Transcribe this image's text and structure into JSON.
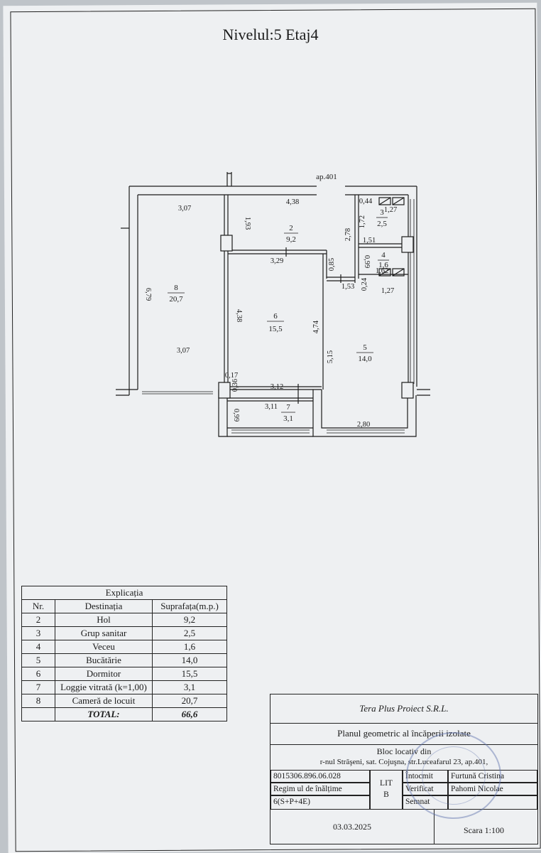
{
  "page_title": "Nivelul:5 Etaj4",
  "apartment_label": "ap.401",
  "rooms": [
    {
      "nr": "2",
      "area": "9,2"
    },
    {
      "nr": "3",
      "area": "2,5"
    },
    {
      "nr": "4",
      "area": "1,6"
    },
    {
      "nr": "5",
      "area": "14,0"
    },
    {
      "nr": "6",
      "area": "15,5"
    },
    {
      "nr": "7",
      "area": "3,1"
    },
    {
      "nr": "8",
      "area": "20,7"
    }
  ],
  "dimensions": {
    "d_307_top": "3,07",
    "d_438_top": "4,38",
    "d_044": "0,44",
    "d_127_top": "1,27",
    "d_193": "1,93",
    "d_172": "1,72",
    "d_278": "2,78",
    "d_151": "1,51",
    "d_329": "3,29",
    "d_085": "0,85",
    "d_099_wc": "0,99",
    "d_162": "1,62",
    "d_153": "1,53",
    "d_024": "0,24",
    "d_127_bot": "1,27",
    "d_679": "6,79",
    "d_438_left": "4,38",
    "d_474": "4,74",
    "d_515": "5,15",
    "d_307_bot": "3,07",
    "d_017": "0,17",
    "d_036": "0,36",
    "d_312": "3,12",
    "d_311": "3,11",
    "d_099_log": "0,99",
    "d_280": "2,80"
  },
  "explicatia": {
    "caption": "Explicația",
    "headers": {
      "nr": "Nr.",
      "dest": "Destinația",
      "supr": "Suprafața(m.p.)"
    },
    "rows": [
      {
        "nr": "2",
        "dest": "Hol",
        "supr": "9,2"
      },
      {
        "nr": "3",
        "dest": "Grup sanitar",
        "supr": "2,5"
      },
      {
        "nr": "4",
        "dest": "Veceu",
        "supr": "1,6"
      },
      {
        "nr": "5",
        "dest": "Bucătărie",
        "supr": "14,0"
      },
      {
        "nr": "6",
        "dest": "Dormitor",
        "supr": "15,5"
      },
      {
        "nr": "7",
        "dest": "Loggie vitrată (k=1,00)",
        "supr": "3,1"
      },
      {
        "nr": "8",
        "dest": "Cameră de locuit",
        "supr": "20,7"
      }
    ],
    "total_label": "TOTAL:",
    "total_value": "66,6"
  },
  "title_block": {
    "company": "Tera Plus Proiect S.R.L.",
    "plan_title": "Planul geometric al încăperii izolate",
    "building": "Bloc locativ din",
    "address": "r-nul Străşeni, sat. Cojuşna,   str.Luceafarul  23, ap.401,",
    "cadastral": "8015306.896.06.028",
    "regime_label": "Regim ul de înălțime",
    "regime_value": "6(S+P+4E)",
    "lit_label": "LIT",
    "lit_value": "B",
    "intocmit_label": "Întocmit",
    "intocmit_name": "Furtună Cristina",
    "verificat_label": "Verificat",
    "verificat_name": "Pahomi Nicolae",
    "semnat_label": "Semnat",
    "date": "03.03.2025",
    "scale": "Scara 1:100"
  }
}
